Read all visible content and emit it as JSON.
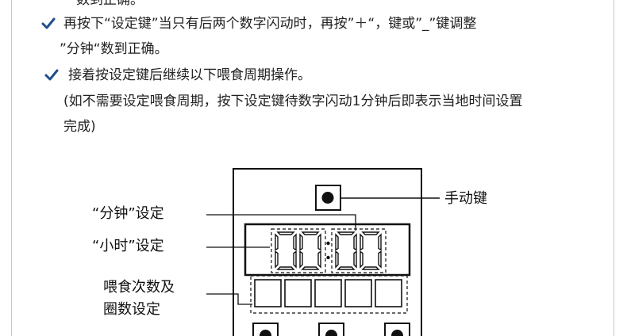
{
  "instructions": {
    "line0": "数到正确。",
    "step1_line1": "再按下“设定键”当只有后两个数字闪动时，再按”＋“，键或”_”键调整",
    "step1_line2": "”分钟“数到正确。",
    "step2_line1": "接着按设定键后继续以下喂食周期操作。",
    "step2_note_line1": "(如不需要设定喂食周期，按下设定键待数字闪动1分钟后即表示当地时间设置",
    "step2_note_line2": "完成)"
  },
  "diagram": {
    "labels": {
      "manual_key": "手动键",
      "minute_setting": "“分钟”设定",
      "hour_setting": "“小时”设定",
      "feed_count_line1": "喂食次数及",
      "feed_count_line2": "圈数设定"
    },
    "display_time": "00:00",
    "feed_slots": 5
  },
  "icons": {
    "step_marker": "checkmark-icon"
  },
  "colors": {
    "check": "#1f4e8c",
    "line": "#111111"
  }
}
